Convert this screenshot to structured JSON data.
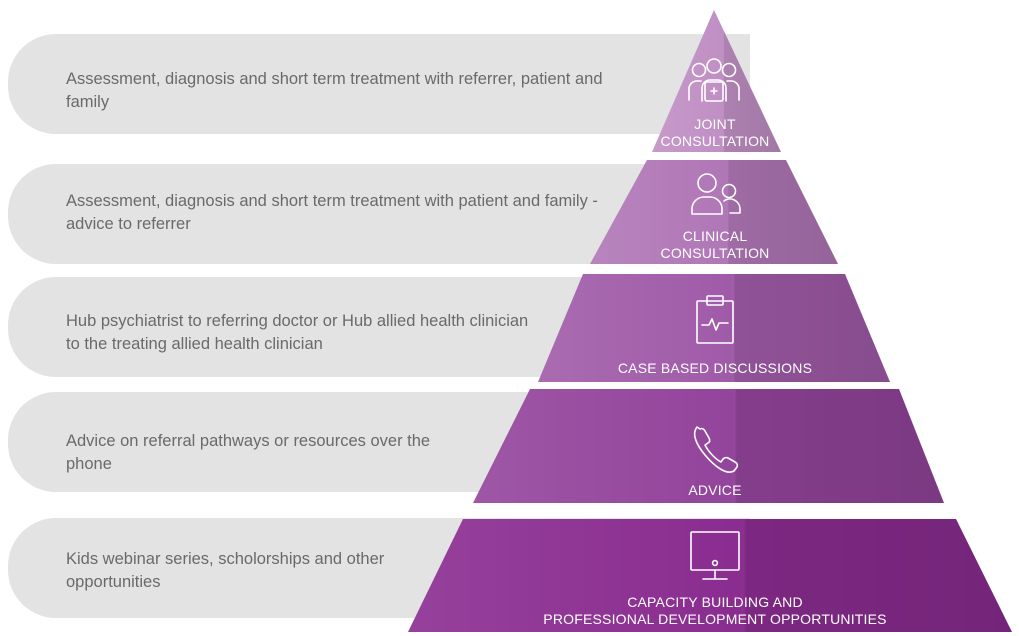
{
  "levels": [
    {
      "description": "Assessment, diagnosis and short term treatment with referrer, patient and family",
      "label_lines": [
        "JOINT",
        "CONSULTATION"
      ],
      "icon": "group-with-clinician-icon",
      "color": "#c08fc4"
    },
    {
      "description": "Assessment, diagnosis and short term treatment with patient and family - advice to referrer",
      "label_lines": [
        "CLINICAL",
        "CONSULTATION"
      ],
      "icon": "two-people-icon",
      "color": "#b077b6"
    },
    {
      "description": "Hub psychiatrist to referring doctor or Hub allied health clinician to the treating allied health clinician",
      "label_lines": [
        "CASE BASED DISCUSSIONS"
      ],
      "icon": "clipboard-heartbeat-icon",
      "color": "#a05ba8"
    },
    {
      "description": "Advice on referral pathways or resources over the phone",
      "label_lines": [
        "ADVICE"
      ],
      "icon": "phone-icon",
      "color": "#93449b"
    },
    {
      "description": "Kids webinar series, scholorships and other opportunities",
      "label_lines": [
        "CAPACITY BUILDING AND",
        "PROFESSIONAL DEVELOPMENT OPPORTUNITIES"
      ],
      "icon": "monitor-icon",
      "color": "#8a2c90"
    }
  ]
}
